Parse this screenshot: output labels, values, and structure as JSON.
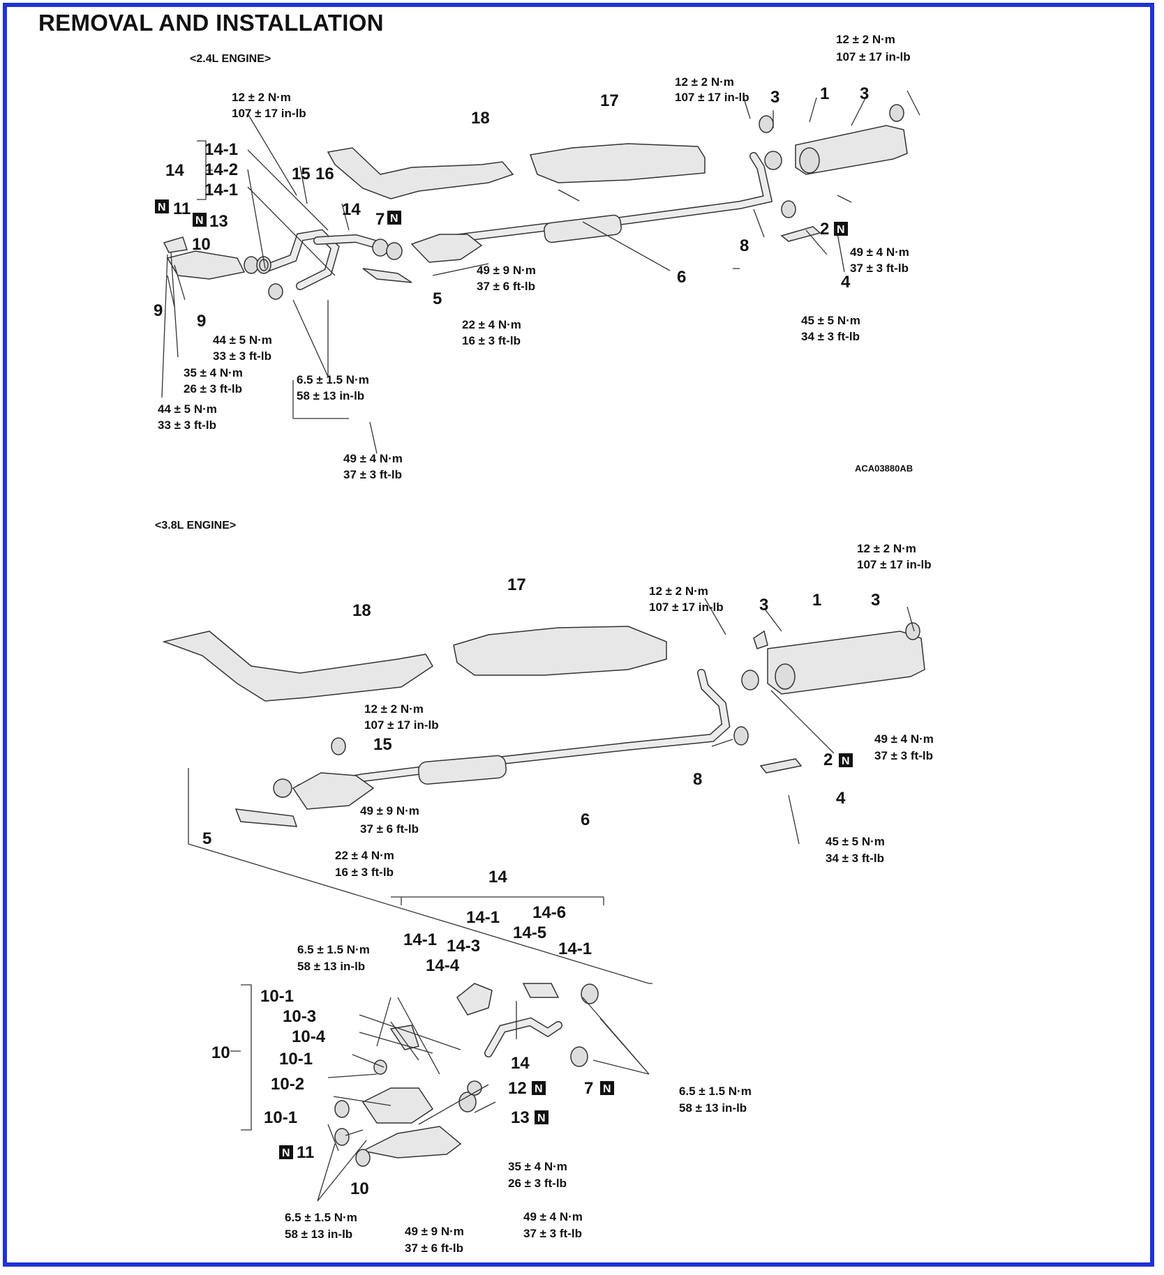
{
  "title": "REMOVAL AND INSTALLATION",
  "engine_24": {
    "header": "<2.4L ENGINE>",
    "figure_code": "ACA03880AB",
    "torques": [
      {
        "nm": "12 ± 2 N·m",
        "imp": "107 ± 17 in-lb"
      },
      {
        "nm": "12 ± 2 N·m",
        "imp": "107 ± 17 in-lb"
      },
      {
        "nm": "12 ± 2 N·m",
        "imp": "107 ± 17 in-lb"
      },
      {
        "nm": "49 ± 9 N·m",
        "imp": "37 ± 6 ft-lb"
      },
      {
        "nm": "22 ± 4 N·m",
        "imp": "16 ± 3 ft-lb"
      },
      {
        "nm": "49 ± 4 N·m",
        "imp": "37 ± 3 ft-lb"
      },
      {
        "nm": "45 ± 5 N·m",
        "imp": "34 ± 3 ft-lb"
      },
      {
        "nm": "44 ± 5 N·m",
        "imp": "33 ± 3 ft-lb"
      },
      {
        "nm": "35 ± 4 N·m",
        "imp": "26 ± 3 ft-lb"
      },
      {
        "nm": "44 ± 5 N·m",
        "imp": "33 ± 3 ft-lb"
      },
      {
        "nm": "6.5 ± 1.5 N·m",
        "imp": "58 ± 13 in-lb"
      },
      {
        "nm": "49 ± 4 N·m",
        "imp": "37 ± 3 ft-lb"
      }
    ],
    "parts": [
      "1",
      "2",
      "3",
      "3",
      "4",
      "5",
      "6",
      "7",
      "8",
      "9",
      "9",
      "10",
      "11",
      "13",
      "14",
      "14",
      "14-1",
      "14-2",
      "14-1",
      "15",
      "16",
      "17",
      "18"
    ],
    "n_mark": "N"
  },
  "engine_38": {
    "header": "<3.8L ENGINE>",
    "torques": [
      {
        "nm": "12 ± 2 N·m",
        "imp": "107 ± 17 in-lb"
      },
      {
        "nm": "12 ± 2 N·m",
        "imp": "107 ± 17 in-lb"
      },
      {
        "nm": "12 ± 2 N·m",
        "imp": "107 ± 17 in-lb"
      },
      {
        "nm": "49 ± 4 N·m",
        "imp": "37 ± 3 ft-lb"
      },
      {
        "nm": "49 ± 9 N·m",
        "imp": "37 ± 6 ft-lb"
      },
      {
        "nm": "22 ± 4 N·m",
        "imp": "16 ± 3 ft-lb"
      },
      {
        "nm": "45 ± 5 N·m",
        "imp": "34 ± 3 ft-lb"
      },
      {
        "nm": "6.5 ± 1.5 N·m",
        "imp": "58 ± 13 in-lb"
      },
      {
        "nm": "6.5 ± 1.5 N·m",
        "imp": "58 ± 13 in-lb"
      },
      {
        "nm": "35 ± 4 N·m",
        "imp": "26 ± 3 ft-lb"
      },
      {
        "nm": "6.5 ± 1.5 N·m",
        "imp": "58 ± 13 in-lb"
      },
      {
        "nm": "49 ± 9 N·m",
        "imp": "37 ± 6 ft-lb"
      },
      {
        "nm": "49 ± 4 N·m",
        "imp": "37 ± 3 ft-lb"
      }
    ],
    "parts": [
      "18",
      "17",
      "3",
      "1",
      "3",
      "15",
      "2",
      "8",
      "4",
      "5",
      "6",
      "14",
      "14-1",
      "14-6",
      "14-1",
      "14-3",
      "14-5",
      "14-1",
      "14-4",
      "10-1",
      "10-3",
      "10-4",
      "10-1",
      "10-2",
      "10-1",
      "10",
      "11",
      "10",
      "14",
      "12",
      "7",
      "13"
    ]
  },
  "colors": {
    "frame": "#1f33d6",
    "ink": "#111111"
  }
}
